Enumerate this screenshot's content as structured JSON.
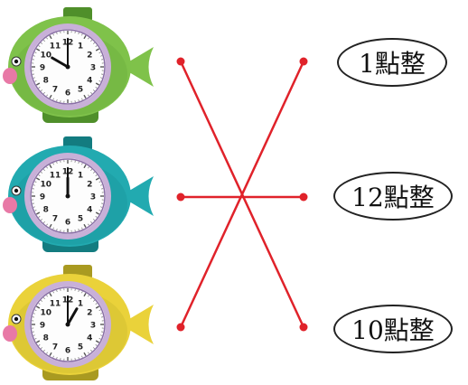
{
  "clocks": [
    {
      "id": "clock-1",
      "color": "#7fc24a",
      "dark": "#4f8f2a",
      "hour": 10,
      "minute": 0
    },
    {
      "id": "clock-2",
      "color": "#22aab0",
      "dark": "#137c80",
      "hour": 12,
      "minute": 0
    },
    {
      "id": "clock-3",
      "color": "#ead23a",
      "dark": "#a99a21",
      "hour": 1,
      "minute": 0
    }
  ],
  "labels": [
    "1點整",
    "12點整",
    "10點整"
  ],
  "line_color": "#e0222a"
}
